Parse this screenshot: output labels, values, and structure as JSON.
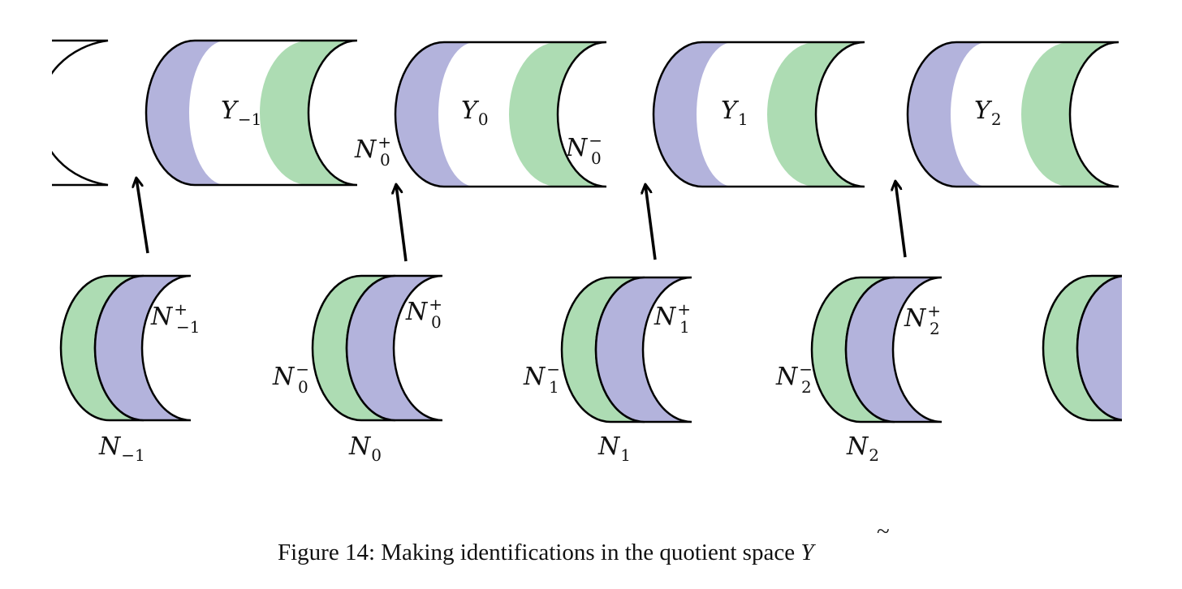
{
  "colors": {
    "purple": "#b3b3dc",
    "green": "#addcb3",
    "stroke": "#000000"
  },
  "top_row": [
    {
      "base": "Y",
      "sub": "−1"
    },
    {
      "base": "Y",
      "sub": "0"
    },
    {
      "base": "Y",
      "sub": "1"
    },
    {
      "base": "Y",
      "sub": "2"
    }
  ],
  "bottom_row": [
    {
      "base": "N",
      "sub": "−1"
    },
    {
      "base": "N",
      "sub": "0"
    },
    {
      "base": "N",
      "sub": "1"
    },
    {
      "base": "N",
      "sub": "2"
    }
  ],
  "plus_labels": [
    {
      "base": "N",
      "sup": "+",
      "sub": "−1"
    },
    {
      "base": "N",
      "sup": "+",
      "sub": "0"
    },
    {
      "base": "N",
      "sup": "+",
      "sub": "1"
    },
    {
      "base": "N",
      "sup": "+",
      "sub": "2"
    }
  ],
  "minus_labels": [
    {
      "base": "N",
      "sup": "−",
      "sub": "0"
    },
    {
      "base": "N",
      "sup": "−",
      "sub": "1"
    },
    {
      "base": "N",
      "sup": "−",
      "sub": "2"
    }
  ],
  "top_annotations": [
    {
      "base": "N",
      "sup": "+",
      "sub": "0"
    },
    {
      "base": "N",
      "sup": "−",
      "sub": "0"
    }
  ],
  "caption": {
    "text": "Figure 14: Making identifications in the quotient space ",
    "symbol": "Y",
    "symbol_accent": "~"
  }
}
